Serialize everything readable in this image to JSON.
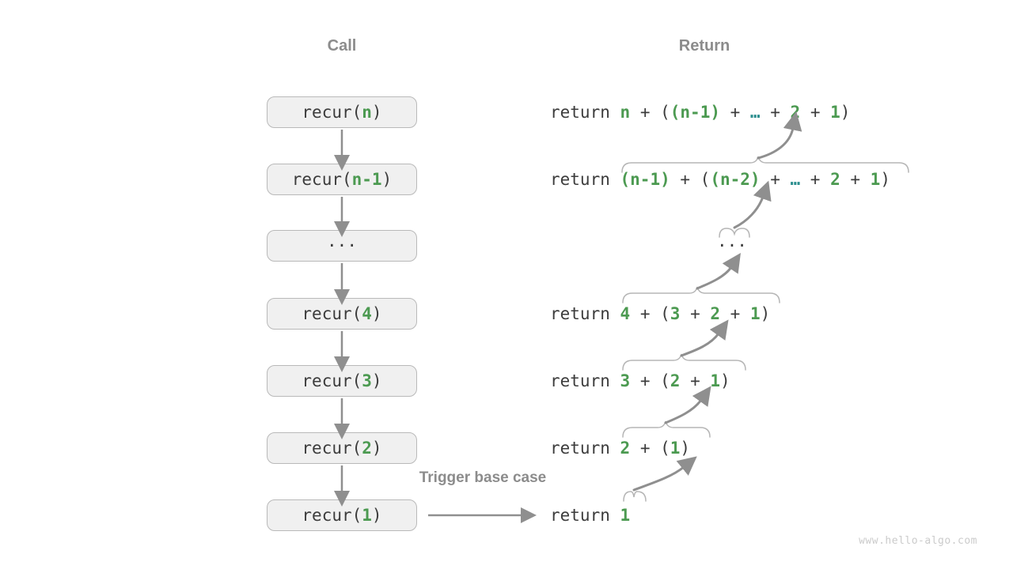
{
  "colors": {
    "green": "#4c9a51",
    "teal": "#2b8e8e",
    "dark": "#3c3c3c",
    "gray": "#8c8c8c",
    "arrow": "#8f8f8f",
    "brace": "#b5b5b5",
    "box_bg": "#f0f0f0",
    "box_border": "#b9b9b9",
    "watermark": "#cbcbcb"
  },
  "labels": {
    "base_case": "Trigger base case",
    "watermark": "www.hello-algo.com"
  },
  "call_column": {
    "header": "Call",
    "boxes": [
      {
        "tokens": [
          {
            "text": "recur(",
            "color": "dark"
          },
          {
            "text": "n",
            "color": "green"
          },
          {
            "text": ")",
            "color": "dark"
          }
        ]
      },
      {
        "tokens": [
          {
            "text": "recur(",
            "color": "dark"
          },
          {
            "text": "n-1",
            "color": "green"
          },
          {
            "text": ")",
            "color": "dark"
          }
        ]
      },
      {
        "tokens": [
          {
            "text": "···",
            "color": "dark"
          }
        ]
      },
      {
        "tokens": [
          {
            "text": "recur(",
            "color": "dark"
          },
          {
            "text": "4",
            "color": "green"
          },
          {
            "text": ")",
            "color": "dark"
          }
        ]
      },
      {
        "tokens": [
          {
            "text": "recur(",
            "color": "dark"
          },
          {
            "text": "3",
            "color": "green"
          },
          {
            "text": ")",
            "color": "dark"
          }
        ]
      },
      {
        "tokens": [
          {
            "text": "recur(",
            "color": "dark"
          },
          {
            "text": "2",
            "color": "green"
          },
          {
            "text": ")",
            "color": "dark"
          }
        ]
      },
      {
        "tokens": [
          {
            "text": "recur(",
            "color": "dark"
          },
          {
            "text": "1",
            "color": "green"
          },
          {
            "text": ")",
            "color": "dark"
          }
        ]
      }
    ]
  },
  "return_column": {
    "header": "Return",
    "lines": [
      {
        "tokens": [
          {
            "text": "return ",
            "color": "dark"
          },
          {
            "text": "n",
            "color": "green"
          },
          {
            "text": " + ",
            "color": "dark"
          },
          {
            "text": "(",
            "color": "dark"
          },
          {
            "text": "(n-1)",
            "color": "green"
          },
          {
            "text": " + ",
            "color": "dark"
          },
          {
            "text": "…",
            "color": "teal"
          },
          {
            "text": " + ",
            "color": "dark"
          },
          {
            "text": "2",
            "color": "green"
          },
          {
            "text": " + ",
            "color": "dark"
          },
          {
            "text": "1",
            "color": "green"
          },
          {
            "text": ")",
            "color": "dark"
          }
        ]
      },
      {
        "tokens": [
          {
            "text": "return ",
            "color": "dark"
          },
          {
            "text": "(n-1)",
            "color": "green"
          },
          {
            "text": " + ",
            "color": "dark"
          },
          {
            "text": "(",
            "color": "dark"
          },
          {
            "text": "(n-2)",
            "color": "green"
          },
          {
            "text": " + ",
            "color": "dark"
          },
          {
            "text": "…",
            "color": "teal"
          },
          {
            "text": " + ",
            "color": "dark"
          },
          {
            "text": "2",
            "color": "green"
          },
          {
            "text": " + ",
            "color": "dark"
          },
          {
            "text": "1",
            "color": "green"
          },
          {
            "text": ")",
            "color": "dark"
          }
        ]
      },
      {
        "tokens": [
          {
            "text": "···",
            "color": "dark"
          }
        ]
      },
      {
        "tokens": [
          {
            "text": "return ",
            "color": "dark"
          },
          {
            "text": "4",
            "color": "green"
          },
          {
            "text": " + ",
            "color": "dark"
          },
          {
            "text": "(",
            "color": "dark"
          },
          {
            "text": "3",
            "color": "green"
          },
          {
            "text": " + ",
            "color": "dark"
          },
          {
            "text": "2",
            "color": "green"
          },
          {
            "text": " + ",
            "color": "dark"
          },
          {
            "text": "1",
            "color": "green"
          },
          {
            "text": ")",
            "color": "dark"
          }
        ]
      },
      {
        "tokens": [
          {
            "text": "return ",
            "color": "dark"
          },
          {
            "text": "3",
            "color": "green"
          },
          {
            "text": " + ",
            "color": "dark"
          },
          {
            "text": "(",
            "color": "dark"
          },
          {
            "text": "2",
            "color": "green"
          },
          {
            "text": " + ",
            "color": "dark"
          },
          {
            "text": "1",
            "color": "green"
          },
          {
            "text": ")",
            "color": "dark"
          }
        ]
      },
      {
        "tokens": [
          {
            "text": "return ",
            "color": "dark"
          },
          {
            "text": "2",
            "color": "green"
          },
          {
            "text": " + ",
            "color": "dark"
          },
          {
            "text": "(",
            "color": "dark"
          },
          {
            "text": "1",
            "color": "green"
          },
          {
            "text": ")",
            "color": "dark"
          }
        ]
      },
      {
        "tokens": [
          {
            "text": "return ",
            "color": "dark"
          },
          {
            "text": "1",
            "color": "green"
          }
        ]
      }
    ]
  }
}
